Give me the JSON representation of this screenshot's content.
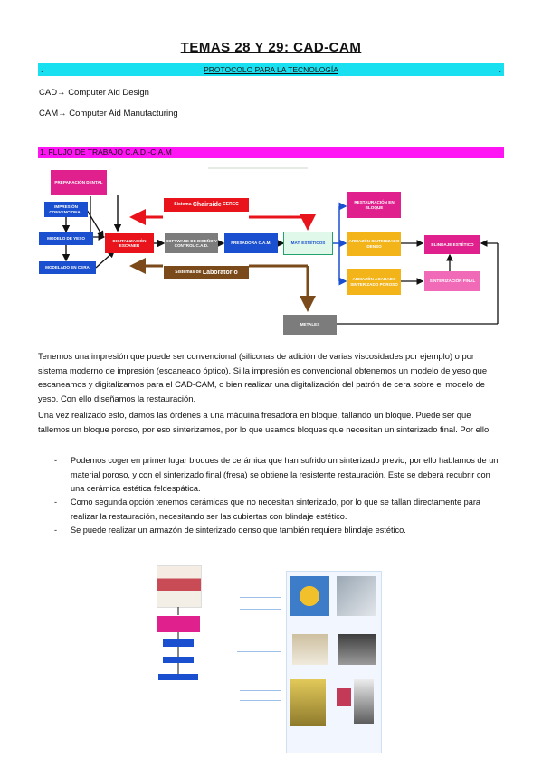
{
  "title": "TEMAS 28 Y 29: CAD-CAM",
  "protocol_banner": {
    "text": "PROTOCOLO PARA LA TECNOLOGÍA",
    "dot_left": ".",
    "dot_right": "."
  },
  "definitions": [
    {
      "text": "CAD→ Computer Aid Design"
    },
    {
      "text": "CAM→ Computer Aid Manufacturing"
    }
  ],
  "section1": "1. FLUJO DE TRABAJO C.A.D.-C.A.M",
  "diagram": {
    "preparacion": "PREPARACIÓN DENTAL",
    "impresion": "IMPRESIÓN CONVENCIONAL",
    "modelo_yeso": "MODELO DE YESO",
    "modelado_cera": "MODELADO EN CERA",
    "digitalizacion": "DIGITALIZACIÓN ESCANER",
    "software": "SOFTWARE DE DISEÑO Y CONTROL C.A.D.",
    "fresadora": "FRESADORA C.A.M.",
    "mat_esteticos": "MAT. ESTÉTICOS",
    "chairside_pre": "Sistema",
    "chairside_main": "Chairside",
    "chairside_post": "CEREC",
    "lab_pre": "Sistemas de",
    "lab_main": "Laboratorio",
    "restauracion": "RESTAURACIÓN EN BLOQUE",
    "armazon_denso": "ARMAZÓN SINTERIZADO DENSO",
    "armazon_poroso": "ARMAZÓN ACABADO SINTERIZADO POROSO",
    "blindaje": "BLINDAJE ESTÉTICO",
    "sinterizacion": "SINTERIZACIÓN FINAL",
    "metales": "METALES",
    "colors": {
      "pink": "#e0208c",
      "blue": "#1a4fd0",
      "green": "#22a36a",
      "red": "#e8131b",
      "gray": "#7c7c7c",
      "orange": "#f3b41a",
      "brown": "#7a4a1a",
      "lightpink": "#f06ab8"
    }
  },
  "paragraphs": [
    "Tenemos una impresión que puede ser convencional (siliconas de adición de varias viscosidades por ejemplo) o por sistema moderno de impresión (escaneado óptico). Si la impresión es convencional obtenemos un modelo de yeso que escaneamos y digitalizamos para el CAD-CAM, o bien realizar una digitalización del patrón de cera sobre el modelo de yeso. Con ello diseñamos la restauración.",
    "Una vez realizado esto, damos las órdenes a una máquina fresadora en bloque, tallando un bloque. Puede ser que tallemos un bloque poroso, por eso sinterizamos, por lo que usamos bloques que necesitan un sinterizado final. Por ello:"
  ],
  "bullets": [
    "Podemos coger en primer lugar bloques de cerámica que han sufrido un sinterizado previo, por ello hablamos de un material poroso, y con el sinterizado final (fresa) se obtiene la resistente restauración. Este se deberá recubrir con una cerámica estética feldespática.",
    "Como segunda opción tenemos cerámicas que no necesitan sinterizado, por lo que se tallan directamente para realizar la restauración, necesitando ser las cubiertas con blindaje estético.",
    "Se puede realizar un armazón de sinterizado denso que también requiere blindaje estético."
  ],
  "bullet_dash": "-"
}
